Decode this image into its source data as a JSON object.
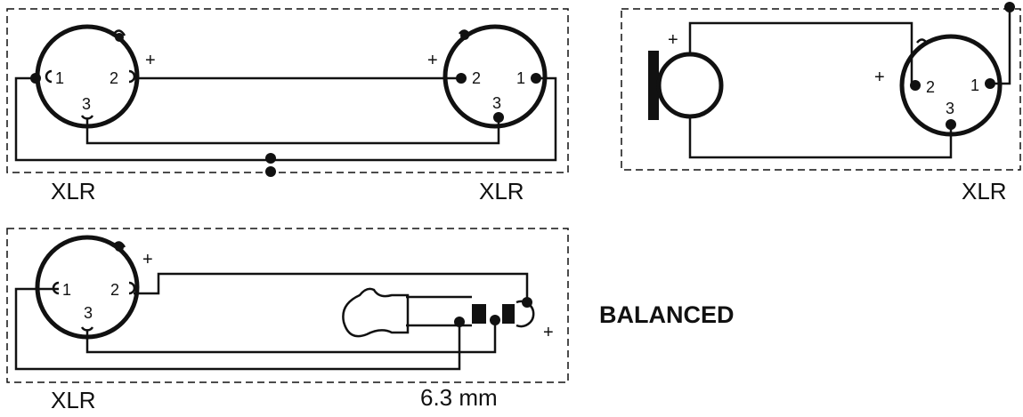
{
  "labels": {
    "xlr_top_left": "XLR",
    "xlr_top_right": "XLR",
    "xlr_mic": "XLR",
    "xlr_bottom": "XLR",
    "jack": "6.3 mm",
    "title": "BALANCED"
  },
  "pins": {
    "p1": "1",
    "p2": "2",
    "p3": "3"
  },
  "polarity": "+"
}
